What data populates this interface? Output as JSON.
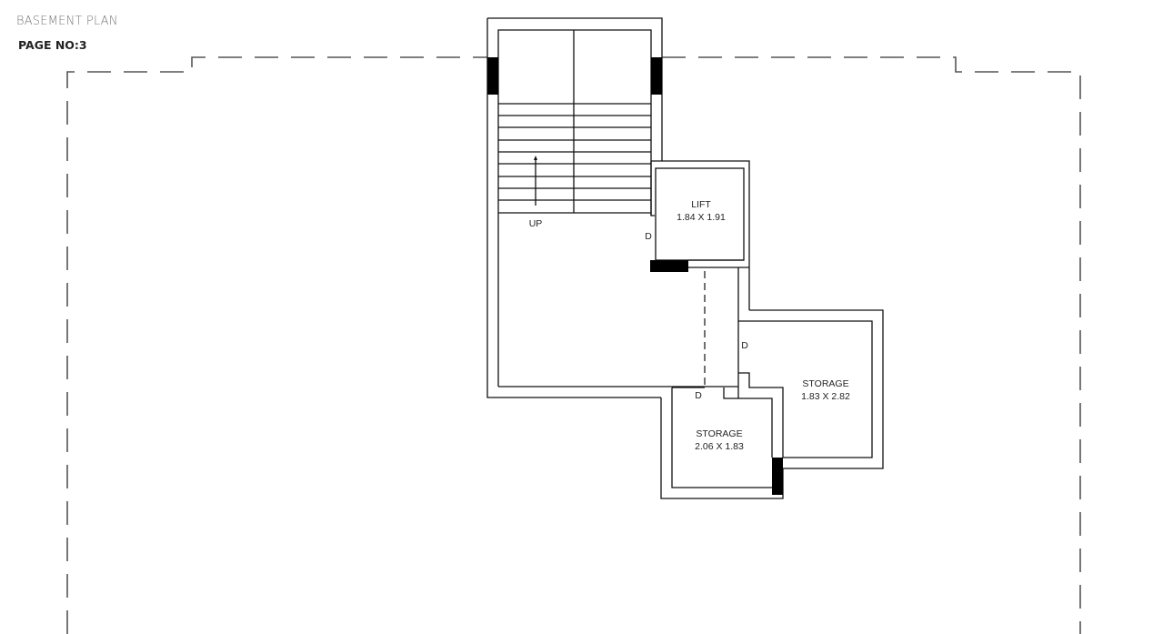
{
  "header": {
    "title": "BASEMENT PLAN",
    "page": "PAGE NO:3"
  },
  "rooms": [
    {
      "name": "LIFT",
      "dims": "1.84 X 1.91"
    },
    {
      "name": "STORAGE",
      "dims": "1.83 X 2.82"
    },
    {
      "name": "STORAGE",
      "dims": "2.06 X 1.83"
    }
  ],
  "labels": {
    "stair_up": "UP",
    "door": "D"
  },
  "colors": {
    "wall": "#111111",
    "boundary": "#555555",
    "title": "#777777"
  }
}
